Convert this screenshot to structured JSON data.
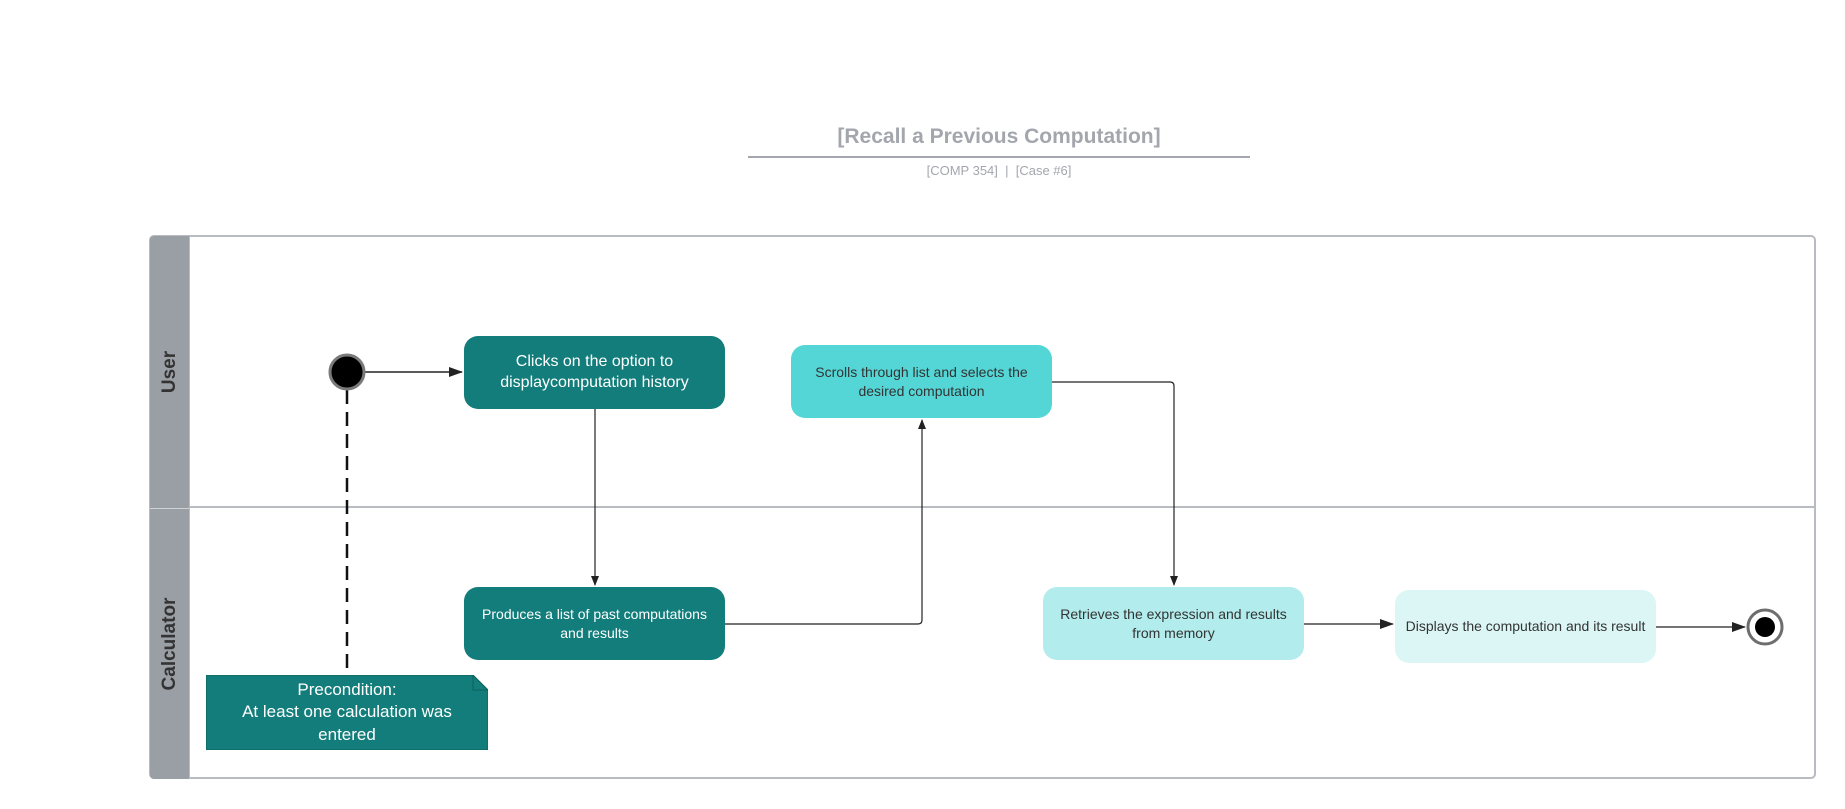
{
  "diagram": {
    "title": "[Recall a Previous Computation]",
    "subtitle": "[COMP 354]  |  [Case #6]",
    "lanes": {
      "user": "User",
      "calculator": "Calculator"
    },
    "nodes": {
      "click_history": "Clicks on the option  to displaycomputation history",
      "scroll_select": "Scrolls through list and selects the desired computation",
      "produce_list": "Produces a list of past computations and results",
      "retrieve": "Retrieves the expression and results from memory",
      "display": "Displays the computation and its result"
    },
    "note": {
      "heading": "Precondition:",
      "body": "At least one calculation was entered"
    },
    "colors": {
      "dark_teal": "#127d7a",
      "medium_teal": "#55d6d6",
      "light_teal": "#b2ecec",
      "pale_teal": "#dcf6f6",
      "lane_header": "#9a9ea5",
      "title_gray": "#a3a6ad"
    }
  }
}
